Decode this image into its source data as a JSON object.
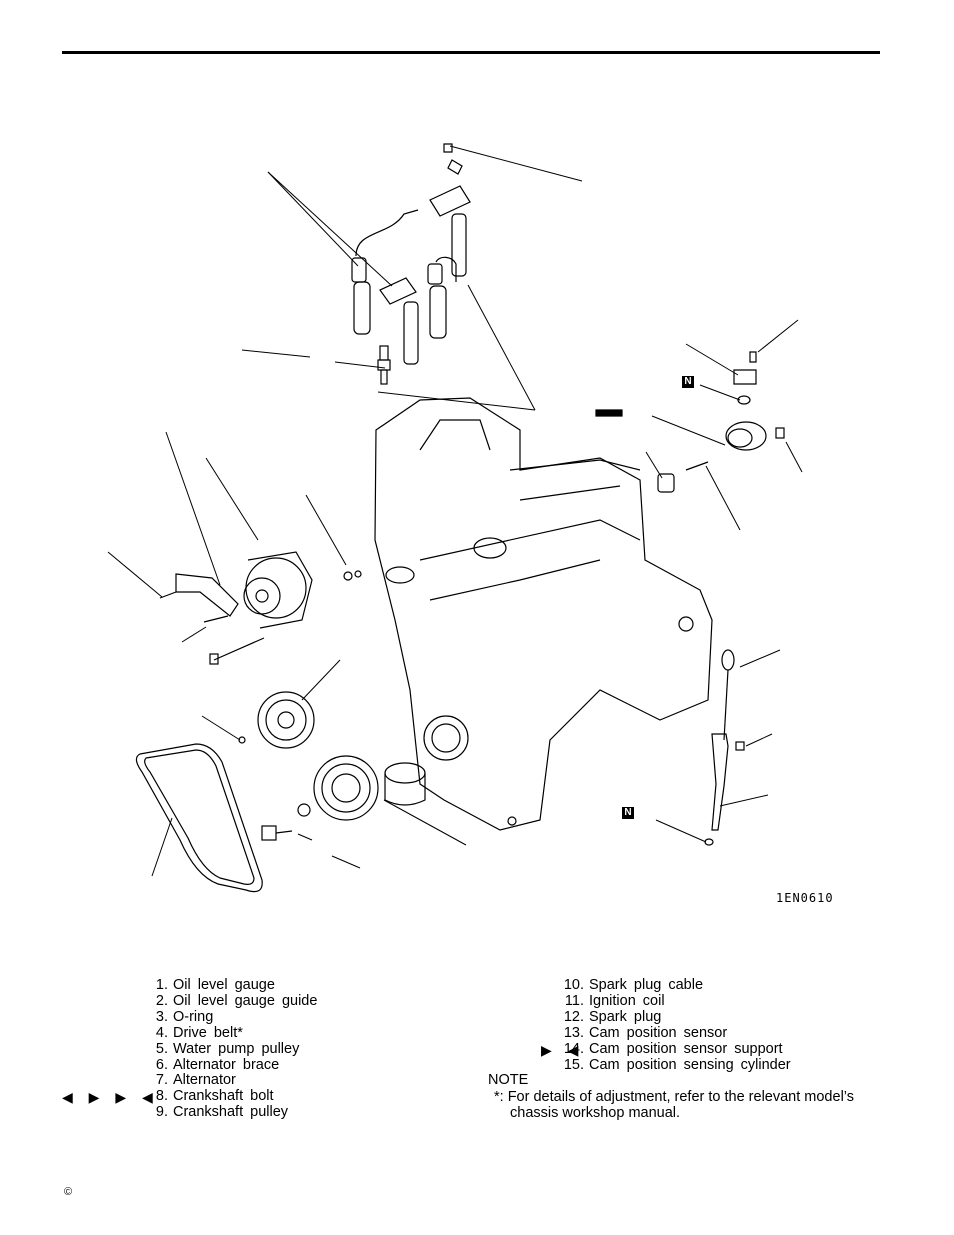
{
  "figure": {
    "code": "1EN0610",
    "n_badge": "N"
  },
  "parts_left": [
    {
      "num": "1.",
      "label": "Oil level gauge"
    },
    {
      "num": "2.",
      "label": "Oil level gauge guide"
    },
    {
      "num": "3.",
      "label": "O-ring"
    },
    {
      "num": "4.",
      "label": "Drive belt*"
    },
    {
      "num": "5.",
      "label": "Water pump pulley"
    },
    {
      "num": "6.",
      "label": "Alternator brace"
    },
    {
      "num": "7.",
      "label": "Alternator"
    },
    {
      "num": "8.",
      "label": "Crankshaft bolt"
    },
    {
      "num": "9.",
      "label": "Crankshaft pulley"
    }
  ],
  "parts_right": [
    {
      "num": "10.",
      "label": "Spark plug cable"
    },
    {
      "num": "11.",
      "label": "Ignition coil"
    },
    {
      "num": "12.",
      "label": "Spark plug"
    },
    {
      "num": "13.",
      "label": "Cam position sensor"
    },
    {
      "num": "14.",
      "label": "Cam position sensor support"
    },
    {
      "num": "15.",
      "label": "Cam position sensing cylinder"
    }
  ],
  "marks": {
    "crankshaft_bolt": "◀ ▶ ▶ ◀",
    "sensor_support": "▶ ◀"
  },
  "note": {
    "heading": "NOTE",
    "line1": "*: For details of adjustment, refer to the relevant model’s",
    "line2": "chassis workshop manual."
  },
  "copyright": "©"
}
